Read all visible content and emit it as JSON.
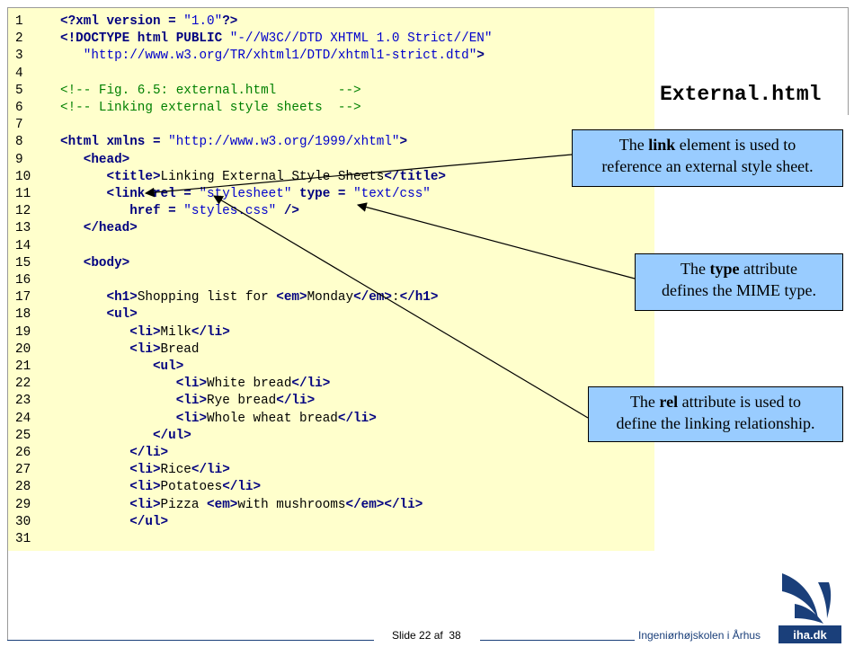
{
  "slide": {
    "title": "External.html",
    "footer": {
      "slide_number_text": "Slide 22 af  38",
      "school_name": "Ingeniørhøjskolen i Århus",
      "logo_text": "iha.dk"
    }
  },
  "code_lines": [
    {
      "n": "1",
      "segs": [
        {
          "t": "tag",
          "v": "<?xml version = "
        },
        {
          "t": "str",
          "v": "\"1.0\""
        },
        {
          "t": "tag",
          "v": "?>"
        }
      ]
    },
    {
      "n": "2",
      "segs": [
        {
          "t": "tag",
          "v": "<!DOCTYPE html PUBLIC "
        },
        {
          "t": "str",
          "v": "\"-//W3C//DTD XHTML 1.0 Strict//EN\""
        }
      ]
    },
    {
      "n": "3",
      "segs": [
        {
          "t": "txt",
          "v": "   "
        },
        {
          "t": "str",
          "v": "\"http://www.w3.org/TR/xhtml1/DTD/xhtml1-strict.dtd\""
        },
        {
          "t": "tag",
          "v": ">"
        }
      ]
    },
    {
      "n": "4",
      "segs": []
    },
    {
      "n": "5",
      "segs": [
        {
          "t": "cmt",
          "v": "<!-- Fig. 6.5: external.html        -->"
        }
      ]
    },
    {
      "n": "6",
      "segs": [
        {
          "t": "cmt",
          "v": "<!-- Linking external style sheets  -->"
        }
      ]
    },
    {
      "n": "7",
      "segs": []
    },
    {
      "n": "8",
      "segs": [
        {
          "t": "tag",
          "v": "<html xmlns = "
        },
        {
          "t": "str",
          "v": "\"http://www.w3.org/1999/xhtml\""
        },
        {
          "t": "tag",
          "v": ">"
        }
      ]
    },
    {
      "n": "9",
      "segs": [
        {
          "t": "txt",
          "v": "   "
        },
        {
          "t": "tag",
          "v": "<head>"
        }
      ]
    },
    {
      "n": "10",
      "segs": [
        {
          "t": "txt",
          "v": "      "
        },
        {
          "t": "tag",
          "v": "<title>"
        },
        {
          "t": "txt",
          "v": "Linking External Style Sheets"
        },
        {
          "t": "tag",
          "v": "</title>"
        }
      ]
    },
    {
      "n": "11",
      "segs": [
        {
          "t": "txt",
          "v": "      "
        },
        {
          "t": "tag",
          "v": "<link rel = "
        },
        {
          "t": "str",
          "v": "\"stylesheet\""
        },
        {
          "t": "tag",
          "v": " type = "
        },
        {
          "t": "str",
          "v": "\"text/css\""
        }
      ]
    },
    {
      "n": "12",
      "segs": [
        {
          "t": "txt",
          "v": "         "
        },
        {
          "t": "tag",
          "v": "href = "
        },
        {
          "t": "str",
          "v": "\"styles.css\""
        },
        {
          "t": "tag",
          "v": " />"
        }
      ]
    },
    {
      "n": "13",
      "segs": [
        {
          "t": "txt",
          "v": "   "
        },
        {
          "t": "tag",
          "v": "</head>"
        }
      ]
    },
    {
      "n": "14",
      "segs": []
    },
    {
      "n": "15",
      "segs": [
        {
          "t": "txt",
          "v": "   "
        },
        {
          "t": "tag",
          "v": "<body>"
        }
      ]
    },
    {
      "n": "16",
      "segs": []
    },
    {
      "n": "17",
      "segs": [
        {
          "t": "txt",
          "v": "      "
        },
        {
          "t": "tag",
          "v": "<h1>"
        },
        {
          "t": "txt",
          "v": "Shopping list for "
        },
        {
          "t": "tag",
          "v": "<em>"
        },
        {
          "t": "txt",
          "v": "Monday"
        },
        {
          "t": "tag",
          "v": "</em>"
        },
        {
          "t": "txt",
          "v": ":"
        },
        {
          "t": "tag",
          "v": "</h1>"
        }
      ]
    },
    {
      "n": "18",
      "segs": [
        {
          "t": "txt",
          "v": "      "
        },
        {
          "t": "tag",
          "v": "<ul>"
        }
      ]
    },
    {
      "n": "19",
      "segs": [
        {
          "t": "txt",
          "v": "         "
        },
        {
          "t": "tag",
          "v": "<li>"
        },
        {
          "t": "txt",
          "v": "Milk"
        },
        {
          "t": "tag",
          "v": "</li>"
        }
      ]
    },
    {
      "n": "20",
      "segs": [
        {
          "t": "txt",
          "v": "         "
        },
        {
          "t": "tag",
          "v": "<li>"
        },
        {
          "t": "txt",
          "v": "Bread"
        }
      ]
    },
    {
      "n": "21",
      "segs": [
        {
          "t": "txt",
          "v": "            "
        },
        {
          "t": "tag",
          "v": "<ul>"
        }
      ]
    },
    {
      "n": "22",
      "segs": [
        {
          "t": "txt",
          "v": "               "
        },
        {
          "t": "tag",
          "v": "<li>"
        },
        {
          "t": "txt",
          "v": "White bread"
        },
        {
          "t": "tag",
          "v": "</li>"
        }
      ]
    },
    {
      "n": "23",
      "segs": [
        {
          "t": "txt",
          "v": "               "
        },
        {
          "t": "tag",
          "v": "<li>"
        },
        {
          "t": "txt",
          "v": "Rye bread"
        },
        {
          "t": "tag",
          "v": "</li>"
        }
      ]
    },
    {
      "n": "24",
      "segs": [
        {
          "t": "txt",
          "v": "               "
        },
        {
          "t": "tag",
          "v": "<li>"
        },
        {
          "t": "txt",
          "v": "Whole wheat bread"
        },
        {
          "t": "tag",
          "v": "</li>"
        }
      ]
    },
    {
      "n": "25",
      "segs": [
        {
          "t": "txt",
          "v": "            "
        },
        {
          "t": "tag",
          "v": "</ul>"
        }
      ]
    },
    {
      "n": "26",
      "segs": [
        {
          "t": "txt",
          "v": "         "
        },
        {
          "t": "tag",
          "v": "</li>"
        }
      ]
    },
    {
      "n": "27",
      "segs": [
        {
          "t": "txt",
          "v": "         "
        },
        {
          "t": "tag",
          "v": "<li>"
        },
        {
          "t": "txt",
          "v": "Rice"
        },
        {
          "t": "tag",
          "v": "</li>"
        }
      ]
    },
    {
      "n": "28",
      "segs": [
        {
          "t": "txt",
          "v": "         "
        },
        {
          "t": "tag",
          "v": "<li>"
        },
        {
          "t": "txt",
          "v": "Potatoes"
        },
        {
          "t": "tag",
          "v": "</li>"
        }
      ]
    },
    {
      "n": "29",
      "segs": [
        {
          "t": "txt",
          "v": "         "
        },
        {
          "t": "tag",
          "v": "<li>"
        },
        {
          "t": "txt",
          "v": "Pizza "
        },
        {
          "t": "tag",
          "v": "<em>"
        },
        {
          "t": "txt",
          "v": "with mushrooms"
        },
        {
          "t": "tag",
          "v": "</em></li>"
        }
      ]
    },
    {
      "n": "30",
      "segs": [
        {
          "t": "txt",
          "v": "         "
        },
        {
          "t": "tag",
          "v": "</ul>"
        }
      ]
    },
    {
      "n": "31",
      "segs": []
    }
  ],
  "callouts": [
    {
      "id": "link",
      "before": "The ",
      "bold": "link",
      "after": " element is used to",
      "line2": "reference an external style sheet."
    },
    {
      "id": "type",
      "before": "The ",
      "bold": "type",
      "after": " attribute",
      "line2": "defines the MIME type."
    },
    {
      "id": "rel",
      "before": "The ",
      "bold": "rel",
      "after": " attribute is used to",
      "line2": "define the linking relationship."
    }
  ],
  "colors": {
    "code_background": "#ffffcc",
    "callout_background": "#99ccff",
    "tag": "#000080",
    "string": "#0000cc",
    "comment": "#008000",
    "footer_accent": "#1a3f7a"
  }
}
